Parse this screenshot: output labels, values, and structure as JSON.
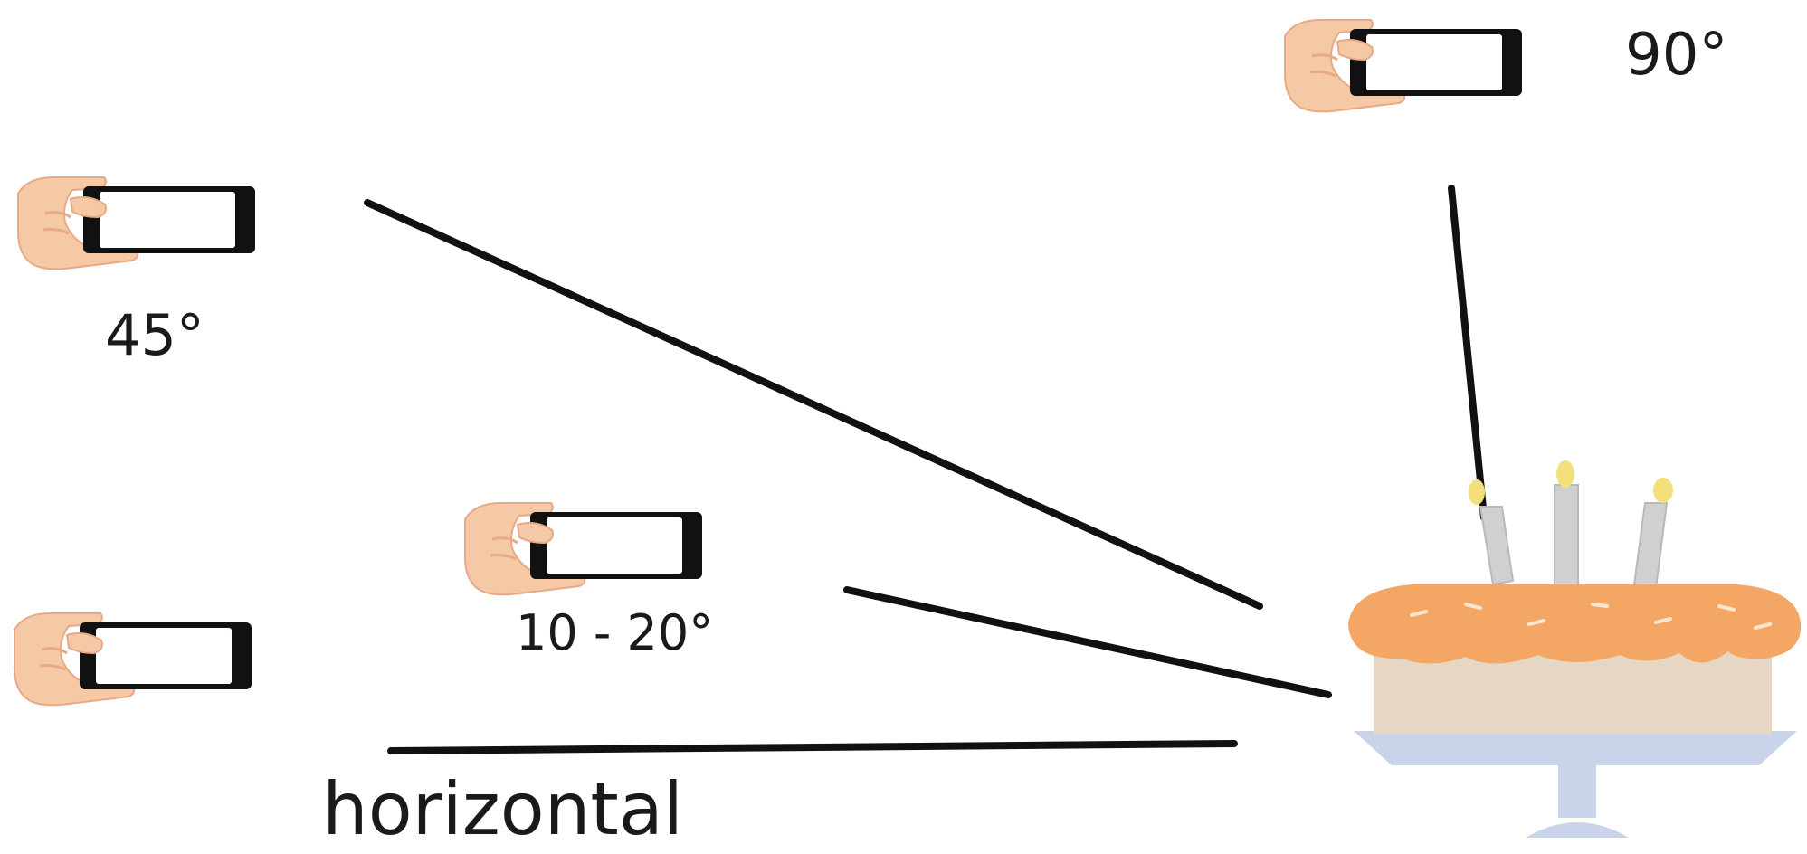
{
  "labels": {
    "deg90": "90°",
    "deg45": "45°",
    "deg10_20": "10 - 20°",
    "horizontal": "horizontal"
  },
  "colors": {
    "line": "#111111",
    "skin": "#f6c9a6",
    "skin_shadow": "#e8a985",
    "phone_body": "#111111",
    "phone_screen": "#ffffff",
    "frosting": "#f4a765",
    "cake_body": "#e6d6c4",
    "stand": "#c9d4ea",
    "candle": "#cfd0d2",
    "flame": "#f3e07a"
  },
  "icons": {
    "hand_phone": "hand-holding-phone-icon",
    "cake": "birthday-cake-icon"
  }
}
